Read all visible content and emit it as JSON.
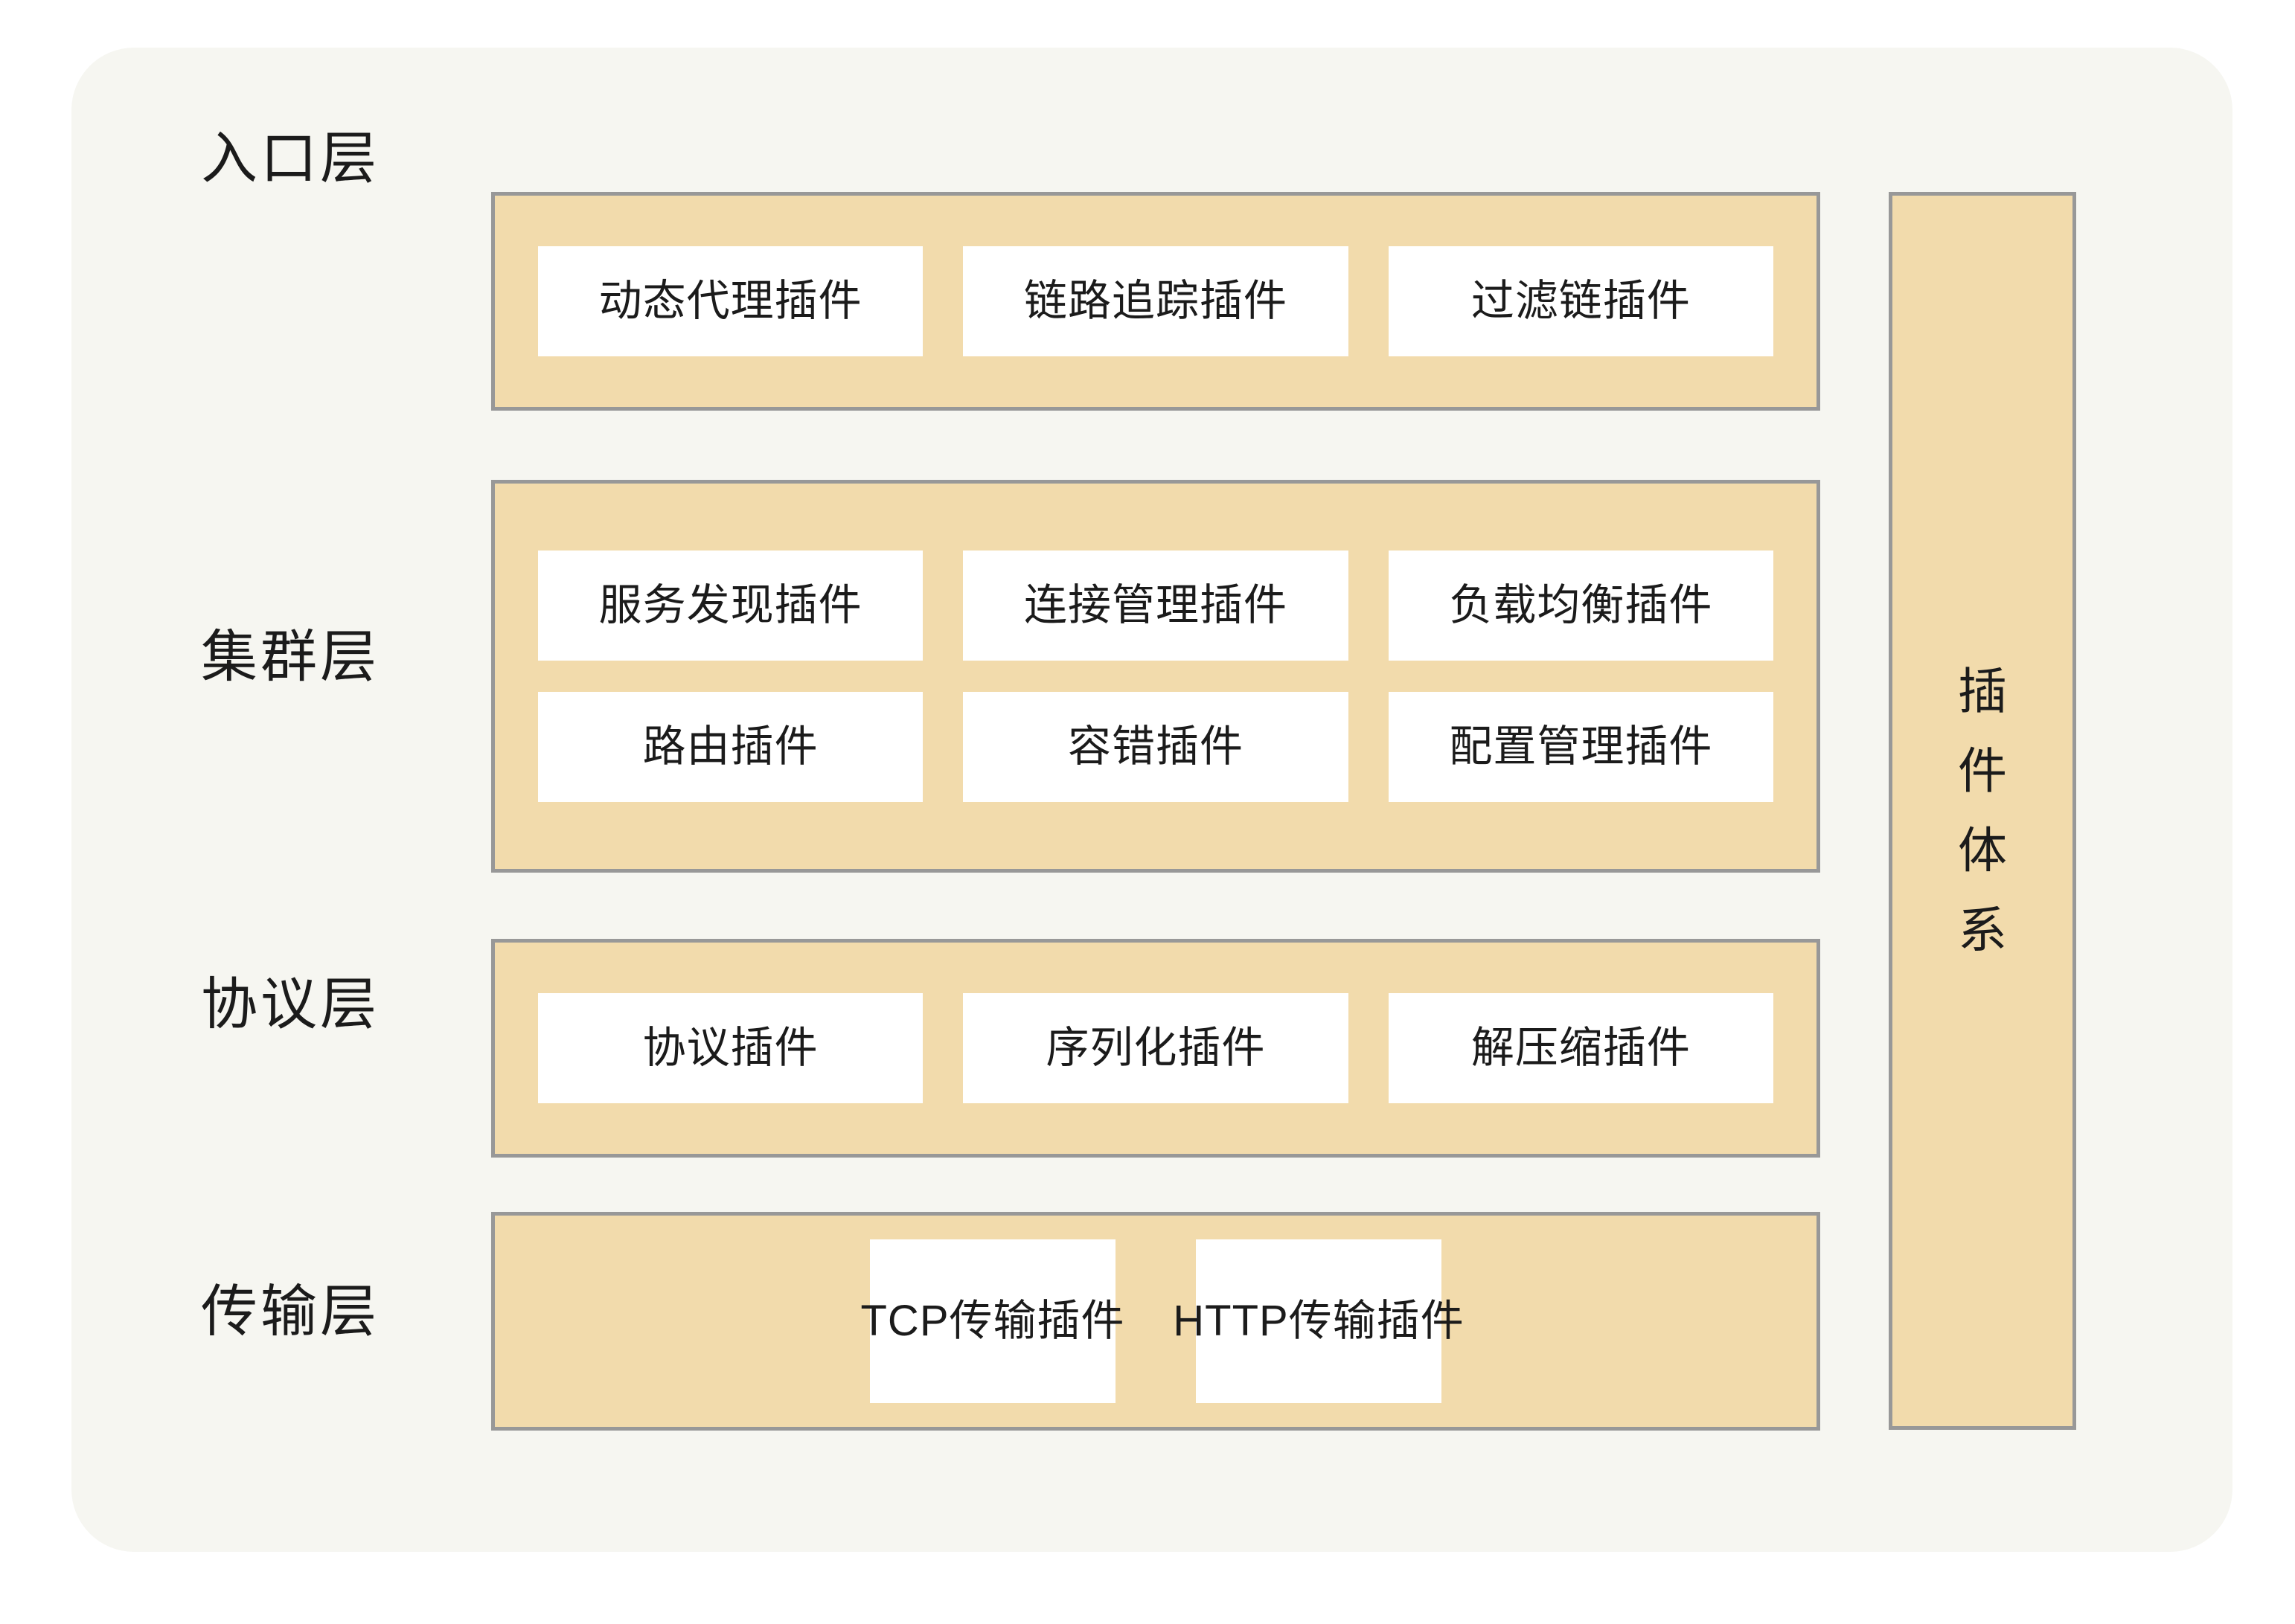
{
  "diagram": {
    "title_vertical": "插件体系",
    "colors": {
      "card_background": "#f6f6f1",
      "band_fill": "#f2dbac",
      "band_border": "#989898",
      "chip_fill": "#ffffff",
      "text": "#1b1b1b"
    },
    "layers": [
      {
        "label": "入口层",
        "rows": [
          [
            "动态代理插件",
            "链路追踪插件",
            "过滤链插件"
          ]
        ]
      },
      {
        "label": "集群层",
        "rows": [
          [
            "服务发现插件",
            "连接管理插件",
            "负载均衡插件"
          ],
          [
            "路由插件",
            "容错插件",
            "配置管理插件"
          ]
        ]
      },
      {
        "label": "协议层",
        "rows": [
          [
            "协议插件",
            "序列化插件",
            "解压缩插件"
          ]
        ]
      },
      {
        "label": "传输层",
        "rows": [
          [
            "TCP传输插件",
            "HTTP传输插件"
          ]
        ]
      }
    ],
    "sidebar_chars": [
      "插",
      "件",
      "体",
      "系"
    ]
  }
}
